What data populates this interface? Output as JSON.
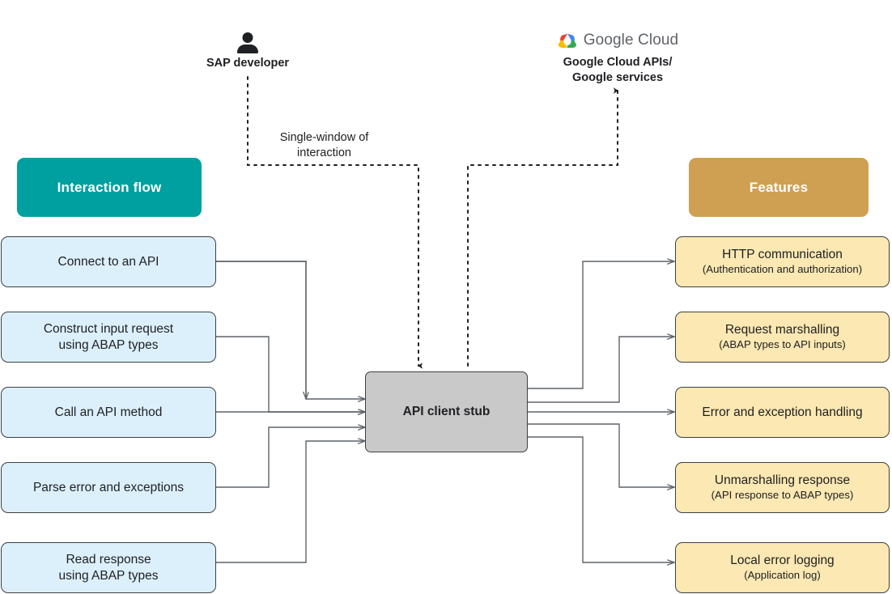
{
  "diagram": {
    "actors": {
      "sap": {
        "label": "SAP developer",
        "icon": "person-icon"
      },
      "google": {
        "logo_text_1": "Google",
        "logo_text_2": "Cloud",
        "icon": "google-cloud-logo-icon",
        "label_line_1": "Google Cloud APIs/",
        "label_line_2": "Google services"
      }
    },
    "edge_labels": {
      "single_window_line_1": "Single-window of",
      "single_window_line_2": "interaction"
    },
    "center": {
      "label": "API client stub",
      "fill": "#c9c9c9"
    },
    "left_column": {
      "header": "Interaction flow",
      "header_color": "#00a0a0",
      "card_fill": "#dcf0fc",
      "items": [
        {
          "title": "Connect to an API",
          "sub": ""
        },
        {
          "title": "Construct input request",
          "title2": "using ABAP types",
          "sub": ""
        },
        {
          "title": "Call an API method",
          "sub": ""
        },
        {
          "title": "Parse error and exceptions",
          "sub": ""
        },
        {
          "title": "Read response",
          "title2": "using ABAP types",
          "sub": ""
        }
      ]
    },
    "right_column": {
      "header": "Features",
      "header_color": "#cfa052",
      "card_fill": "#fce8b2",
      "items": [
        {
          "title": "HTTP communication",
          "sub": "(Authentication and authorization)"
        },
        {
          "title": "Request marshalling",
          "sub": "(ABAP types to API inputs)"
        },
        {
          "title": "Error and exception handling",
          "sub": ""
        },
        {
          "title": "Unmarshalling response",
          "sub": "(API response to ABAP types)"
        },
        {
          "title": "Local error logging",
          "sub": "(Application log)"
        }
      ]
    }
  }
}
